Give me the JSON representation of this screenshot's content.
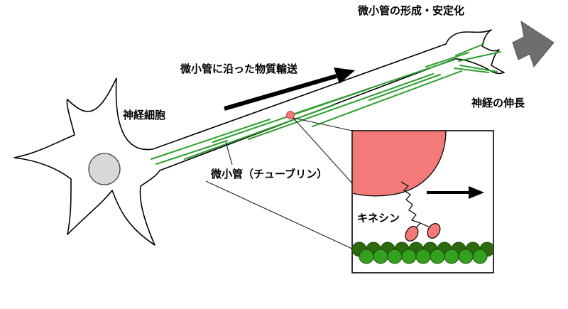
{
  "labels": {
    "microtubule_formation": "微小管の形成・安定化",
    "transport_along_microtubule": "微小管に沿った物質輸送",
    "nerve_cell": "神経細胞",
    "nerve_extension": "神経の伸長",
    "microtubule_tubulin": "微小管（チューブリン）",
    "kinesin": "キネシン"
  },
  "colors": {
    "outline": "#000000",
    "microtubule": "#2e9e2e",
    "nucleus": "#d8d8d8",
    "cargo": "#f47a7a",
    "kinesin_heads": "#f47a7a",
    "tubulin_dark": "#2b6b0e",
    "tubulin_light": "#33a11e",
    "growth_arrow": "#6e6e6e"
  },
  "icons": {
    "growth_arrow": "gray-block-arrow-icon",
    "transport_arrow": "black-arrow-icon",
    "kinesin_arrow": "black-arrow-icon"
  }
}
